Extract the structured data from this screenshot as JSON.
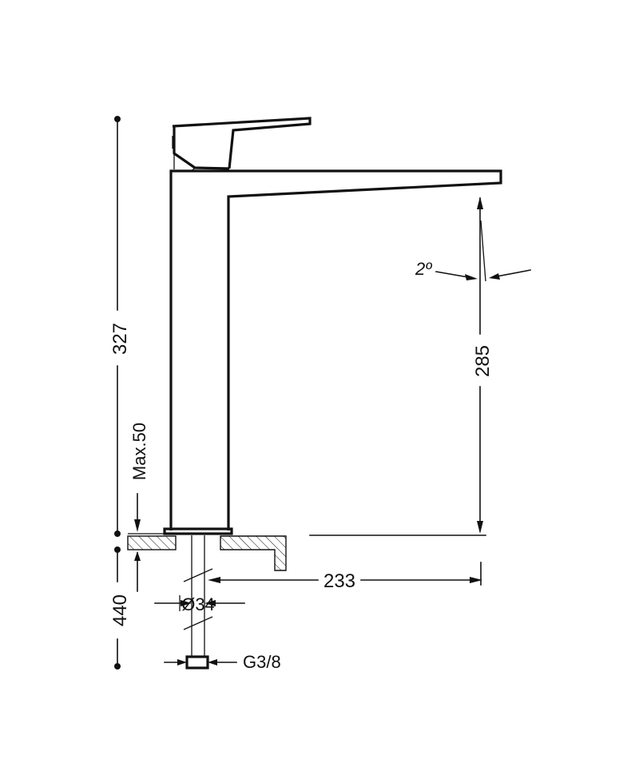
{
  "dimensions": {
    "overall_height": "327",
    "max_deck": "Max.50",
    "below_deck": "440",
    "spout_height": "285",
    "reach": "233",
    "diameter": "Ø34",
    "connection": "G3/8",
    "angle": "2º"
  }
}
